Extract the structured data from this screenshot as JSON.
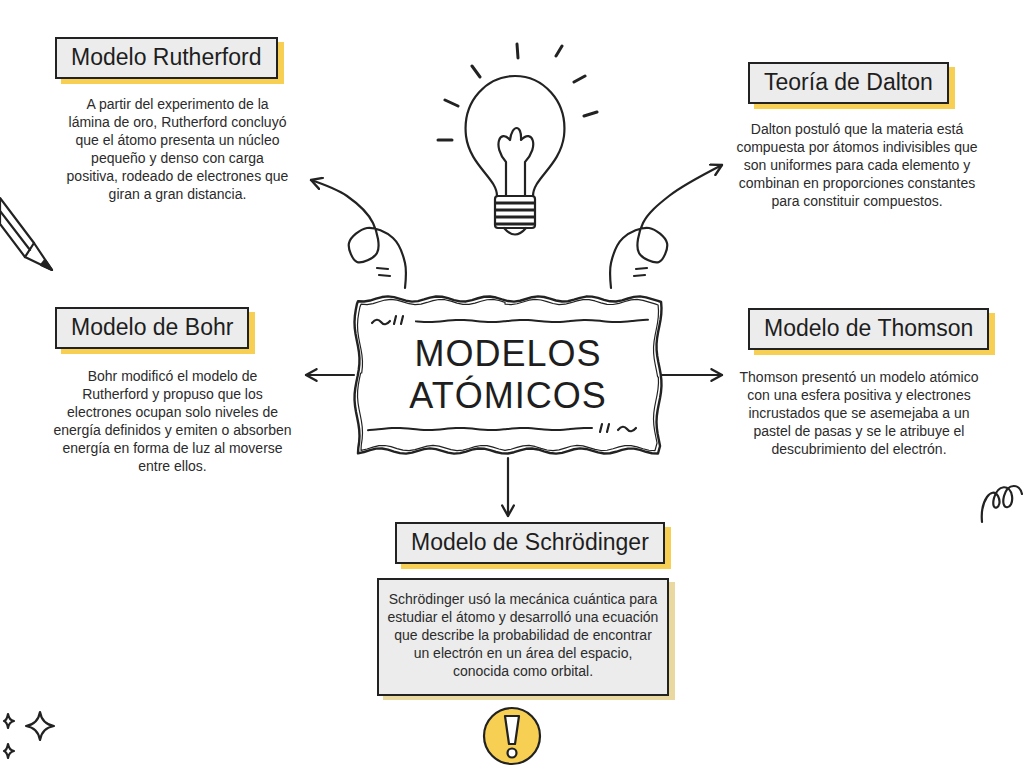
{
  "diagram": {
    "nodes": [
      {
        "text": [
          "Modelo Rutherford",
          "A partir del experimento de la lámina de oro, Rutherford concluyó que el átomo presenta un núcleo pequeño y denso con carga positiva, rodeado de electrones que giran a gran distancia."
        ]
      },
      {
        "text": [
          "Teoría de Dalton",
          "Dalton postuló que la materia está compuesta por átomos indivisibles que son uniformes para cada elemento y combinan en proporciones constantes para constituir compuestos."
        ]
      },
      {
        "text": [
          "Modelo de Bohr",
          "Bohr modificó el modelo de Rutherford y propuso que los electrones ocupan solo niveles de energía definidos y emiten o absorben energía en forma de luz al moverse entre ellos."
        ]
      },
      {
        "text": [
          "MODELOS ATÓMICOS"
        ]
      },
      {
        "text": [
          "Modelo de Thomson",
          "Thomson presentó un modelo atómico con una esfera positiva y electrones incrustados que se asemejaba a un pastel de pasas y se le atribuye el descubrimiento del electrón."
        ]
      },
      {
        "text": [
          "Modelo de Schrödinger",
          "Schrödinger usó la mecánica cuántica para estudiar el átomo y desarrolló una ecuación que describe la probabilidad de encontrar un electrón en un área del espacio, conocida como orbital."
        ]
      }
    ],
    "edges": [
      {
        "from": 3,
        "to": 0,
        "arrow": "to"
      },
      {
        "from": 3,
        "to": 1,
        "arrow": "to"
      },
      {
        "from": 3,
        "to": 2,
        "arrow": "to"
      },
      {
        "from": 3,
        "to": 4,
        "arrow": "to"
      },
      {
        "from": 3,
        "to": 5,
        "arrow": "to"
      }
    ]
  }
}
